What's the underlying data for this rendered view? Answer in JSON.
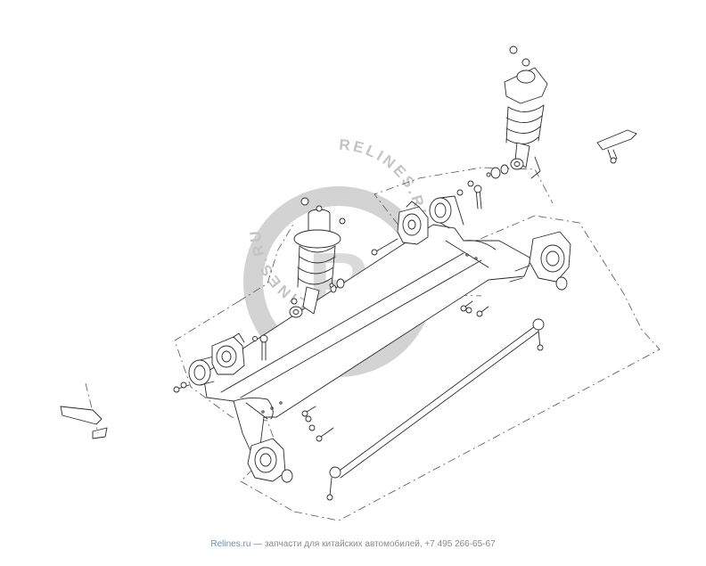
{
  "diagram": {
    "watermark": {
      "ring_text": "RELINES.RU RELINES.RU RELINES.RU ",
      "letter": "R"
    }
  },
  "footer": {
    "brand": "Relines.ru",
    "text": " — запчасти для китайских автомобилей, +7 495 266-65-67"
  },
  "colors": {
    "line": "#2a2a2a",
    "watermark": "#d3d3d3",
    "footer_text": "#8a8a8a",
    "footer_brand": "#6f8fb0"
  }
}
